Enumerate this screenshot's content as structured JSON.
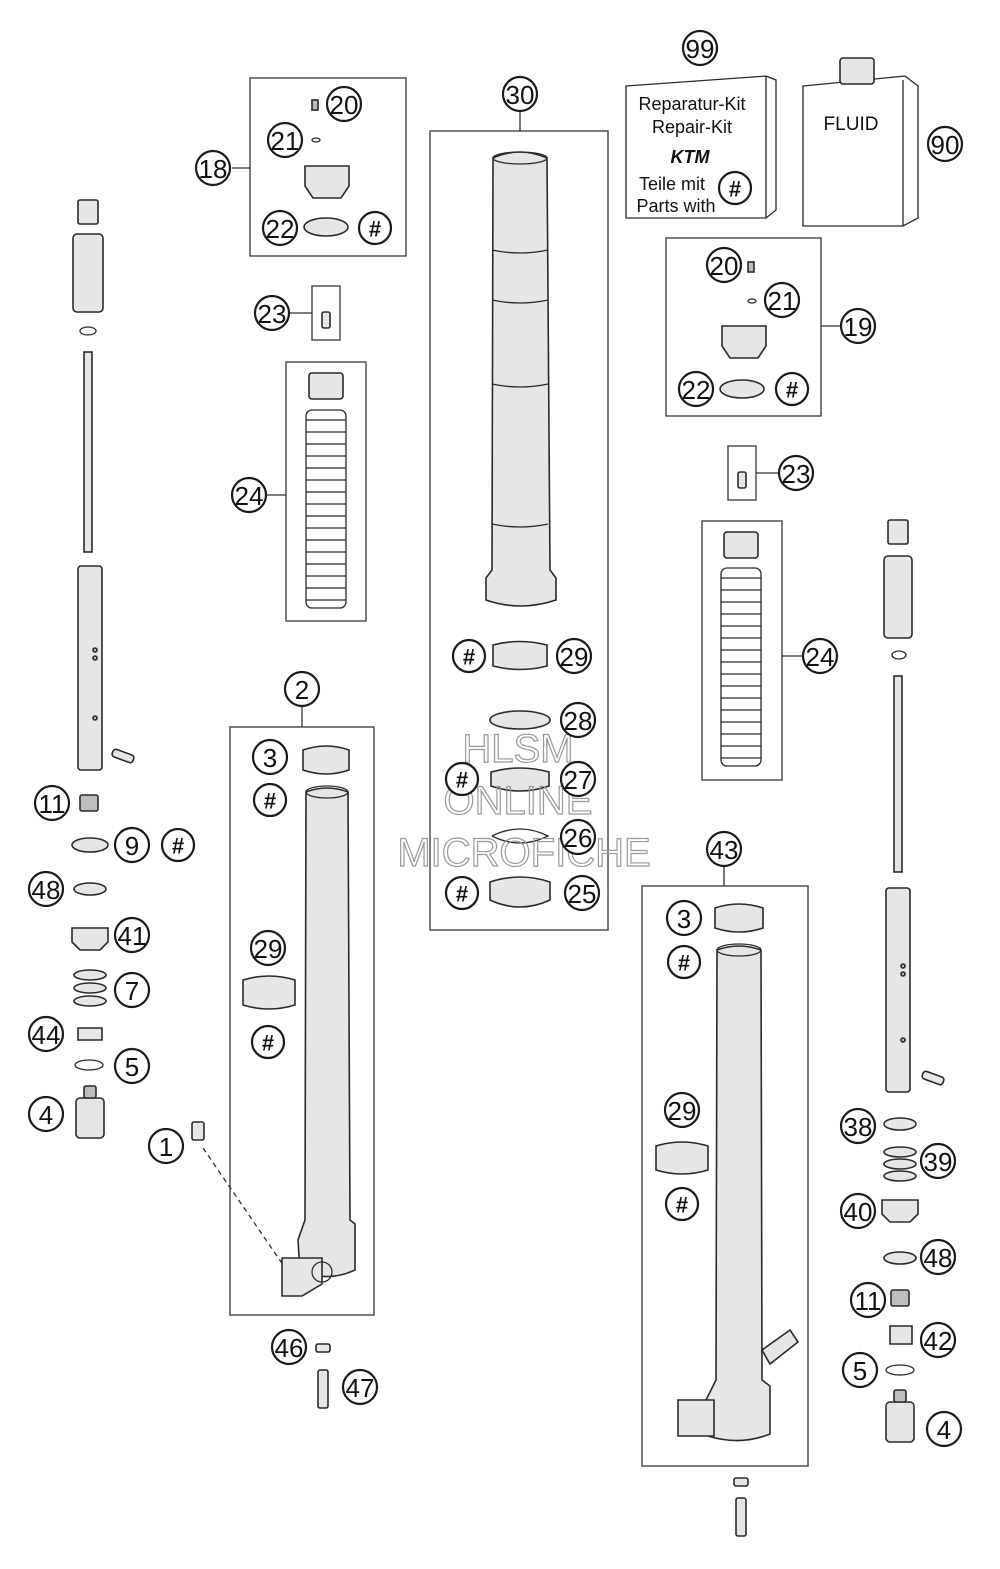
{
  "kit_card": {
    "line1": "Reparatur-Kit",
    "line2": "Repair-Kit",
    "brand": "KTM",
    "line3": "Teile mit",
    "line4": "Parts with",
    "hash": "#"
  },
  "fluid_card": {
    "label": "FLUID"
  },
  "watermark": {
    "line1": "HLSM",
    "line2": "ONLINE",
    "line3": "MICROFICHE"
  },
  "callouts": {
    "c99": "99",
    "c90": "90",
    "c30": "30",
    "c18": "18",
    "c20a": "20",
    "c21a": "21",
    "c22a": "22",
    "h18": "#",
    "c23a": "23",
    "c24a": "24",
    "c19": "19",
    "c20b": "20",
    "c21b": "21",
    "c22b": "22",
    "h19": "#",
    "c23b": "23",
    "c24b": "24",
    "h29a": "#",
    "c29a": "29",
    "c28": "28",
    "h27": "#",
    "c27": "27",
    "c26": "26",
    "h25": "#",
    "c25": "25",
    "c2": "2",
    "c3a": "3",
    "h3a": "#",
    "c29b": "29",
    "h29b": "#",
    "c1": "1",
    "c46": "46",
    "c47": "47",
    "c11a": "11",
    "c9": "9",
    "h9": "#",
    "c48a": "48",
    "c41": "41",
    "c7": "7",
    "c44": "44",
    "c5a": "5",
    "c4a": "4",
    "c43": "43",
    "c3b": "3",
    "h3b": "#",
    "c29c": "29",
    "h29c": "#",
    "c38": "38",
    "c39": "39",
    "c40": "40",
    "c48b": "48",
    "c11b": "11",
    "c42": "42",
    "c5b": "5",
    "c4b": "4"
  }
}
